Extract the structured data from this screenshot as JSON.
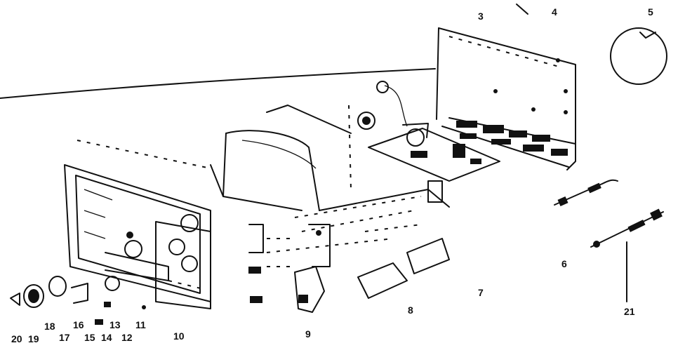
{
  "diagram": {
    "part_labels": [
      {
        "id": "p3",
        "text": "3"
      },
      {
        "id": "p4",
        "text": "4"
      },
      {
        "id": "p5",
        "text": "5"
      },
      {
        "id": "p6",
        "text": "6"
      },
      {
        "id": "p7",
        "text": "7"
      },
      {
        "id": "p8",
        "text": "8"
      },
      {
        "id": "p9",
        "text": "9"
      },
      {
        "id": "p10",
        "text": "10"
      },
      {
        "id": "p11",
        "text": "11"
      },
      {
        "id": "p12",
        "text": "12"
      },
      {
        "id": "p13",
        "text": "13"
      },
      {
        "id": "p14",
        "text": "14"
      },
      {
        "id": "p15",
        "text": "15"
      },
      {
        "id": "p16",
        "text": "16"
      },
      {
        "id": "p17",
        "text": "17"
      },
      {
        "id": "p18",
        "text": "18"
      },
      {
        "id": "p19",
        "text": "19"
      },
      {
        "id": "p20",
        "text": "20"
      },
      {
        "id": "p21",
        "text": "21"
      }
    ]
  }
}
